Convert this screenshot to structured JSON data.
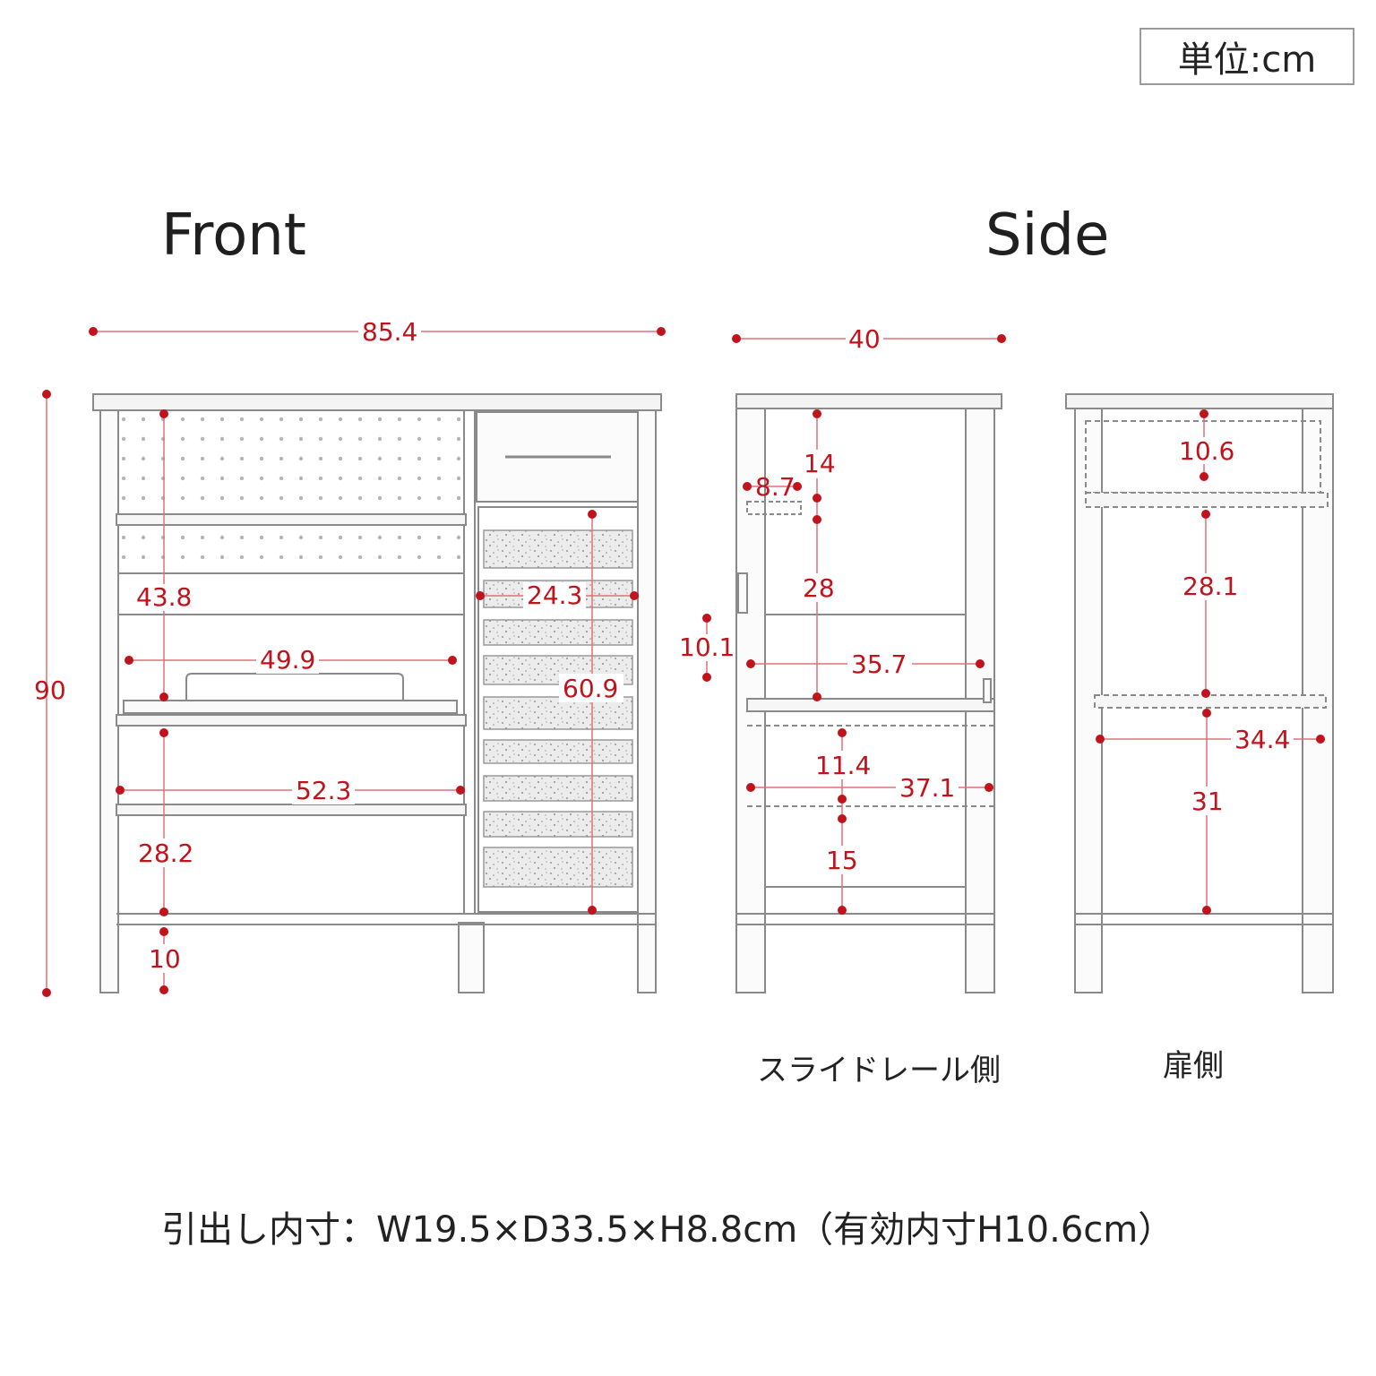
{
  "unit_label": "単位:cm",
  "views": {
    "front_title": "Front",
    "side_title": "Side",
    "slide_rail_caption": "スライドレール側",
    "door_side_caption": "扉側"
  },
  "drawer_note": "引出し内寸：W19.5×D33.5×H8.8cm（有効内寸H10.6cm）",
  "colors": {
    "dimension": "#c0131b",
    "outline": "#8a8a8a",
    "text": "#222222"
  },
  "dimensions": {
    "front": {
      "overall_width": "85.4",
      "overall_height": "90",
      "upper_opening_height": "43.8",
      "shelf_width_upper": "49.9",
      "shelf_width_lower": "52.3",
      "lower_opening_height": "28.2",
      "leg_height": "10",
      "narrow_column_width": "24.3",
      "narrow_column_height": "60.9"
    },
    "side_slide_rail": {
      "depth": "40",
      "top_section_height": "14",
      "rail_offset": "8.7",
      "middle_section_height": "28",
      "handle_height": "10.1",
      "inner_depth_upper": "35.7",
      "drawer_section_height": "11.4",
      "inner_depth_lower": "37.1",
      "bottom_section_height": "15"
    },
    "side_door": {
      "drawer_height": "10.6",
      "middle_height": "28.1",
      "inner_depth": "34.4",
      "bottom_height": "31"
    }
  }
}
